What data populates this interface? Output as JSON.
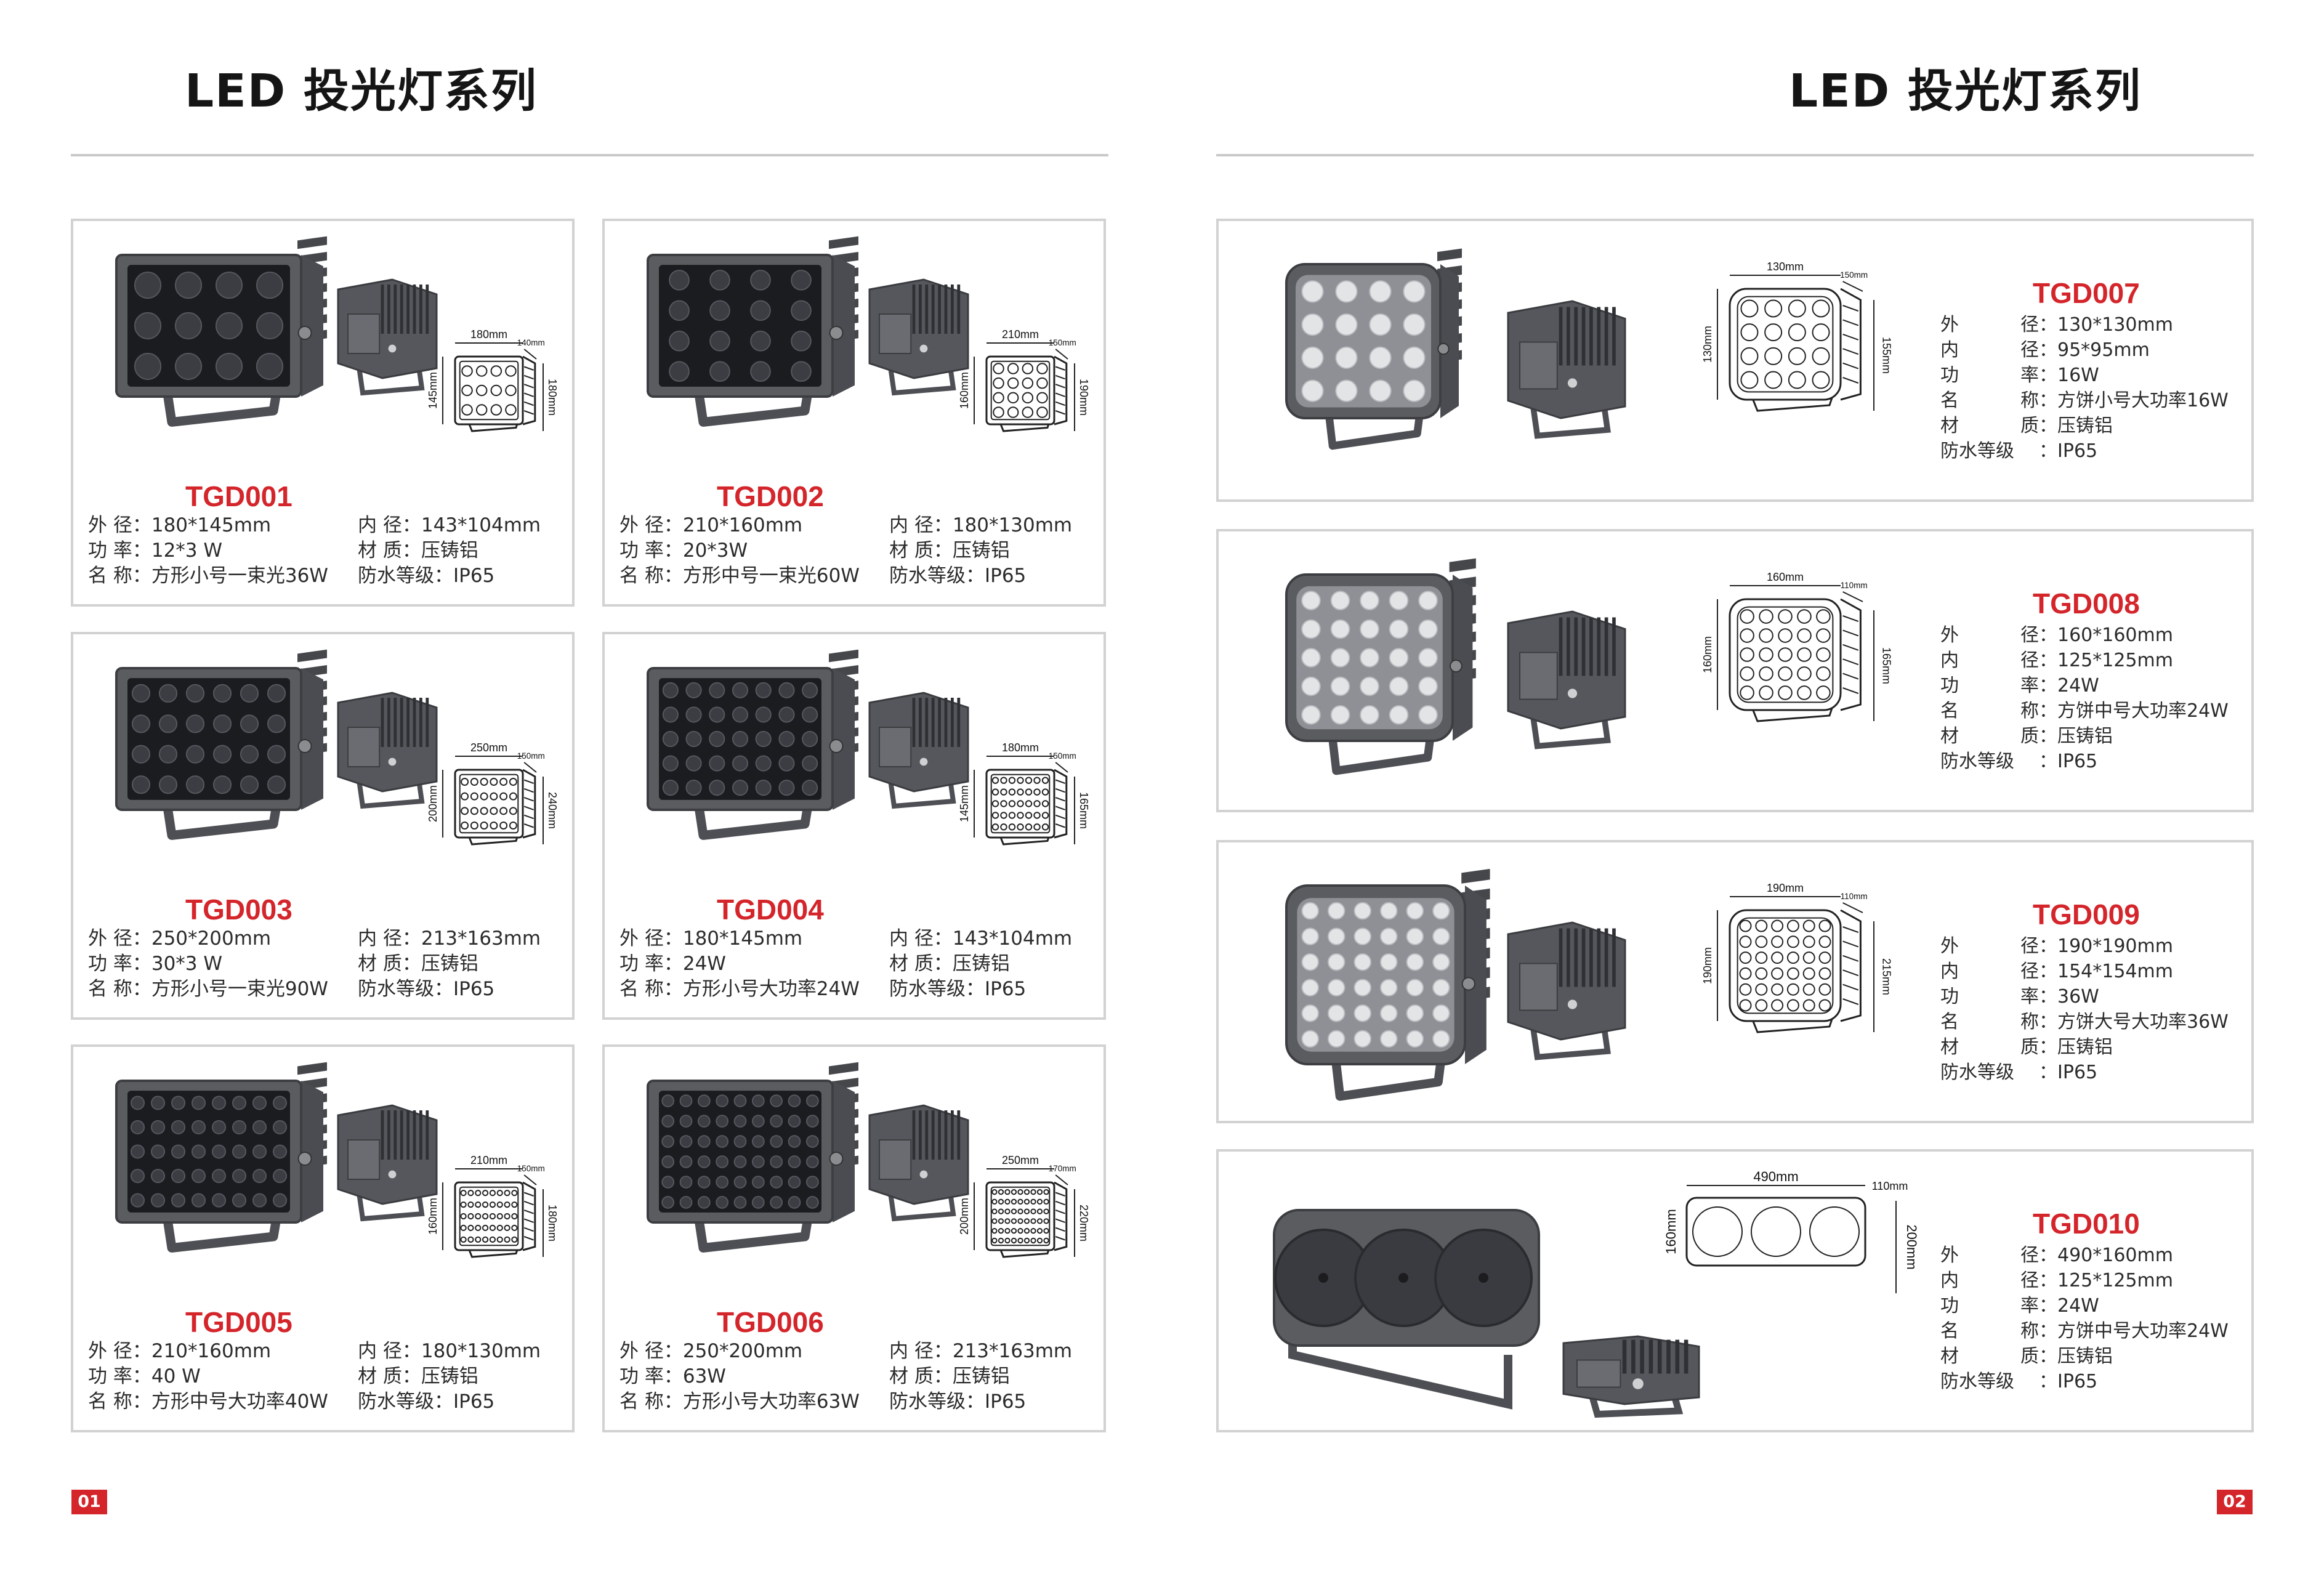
{
  "left_page": {
    "title": "LED 投光灯系列",
    "page_number": "01",
    "products": [
      {
        "model": "TGD001",
        "dims": {
          "w": "180mm",
          "h": "145mm",
          "d": "140mm",
          "bh": "180mm"
        },
        "lines": [
          "外 径：180*145mm",
          "功 率：12*3 W",
          "名 称：方形小号一束光36W"
        ],
        "lines_r": [
          "内 径：143*104mm",
          "材 质：压铸铝",
          "防水等级：IP65"
        ]
      },
      {
        "model": "TGD002",
        "dims": {
          "w": "210mm",
          "h": "160mm",
          "d": "150mm",
          "bh": "190mm"
        },
        "lines": [
          "外 径：210*160mm",
          "功 率：20*3W",
          "名 称：方形中号一束光60W"
        ],
        "lines_r": [
          "内 径：180*130mm",
          "材 质：压铸铝",
          "防水等级：IP65"
        ]
      },
      {
        "model": "TGD003",
        "dims": {
          "w": "250mm",
          "h": "200mm",
          "d": "150mm",
          "bh": "240mm"
        },
        "lines": [
          "外 径：250*200mm",
          "功 率：30*3 W",
          "名 称：方形小号一束光90W"
        ],
        "lines_r": [
          "内 径：213*163mm",
          "材 质：压铸铝",
          "防水等级：IP65"
        ]
      },
      {
        "model": "TGD004",
        "dims": {
          "w": "180mm",
          "h": "145mm",
          "d": "150mm",
          "bh": "165mm"
        },
        "lines": [
          "外 径：180*145mm",
          "功 率：24W",
          "名 称：方形小号大功率24W"
        ],
        "lines_r": [
          "内 径：143*104mm",
          "材 质：压铸铝",
          "防水等级：IP65"
        ]
      },
      {
        "model": "TGD005",
        "dims": {
          "w": "210mm",
          "h": "160mm",
          "d": "150mm",
          "bh": "180mm"
        },
        "lines": [
          "外 径：210*160mm",
          "功 率：40 W",
          "名 称：方形中号大功率40W"
        ],
        "lines_r": [
          "内 径：180*130mm",
          "材 质：压铸铝",
          "防水等级：IP65"
        ]
      },
      {
        "model": "TGD006",
        "dims": {
          "w": "250mm",
          "h": "200mm",
          "d": "170mm",
          "bh": "220mm"
        },
        "lines": [
          "外 径：250*200mm",
          "功 率：63W",
          "名 称：方形小号大功率63W"
        ],
        "lines_r": [
          "内 径：213*163mm",
          "材 质：压铸铝",
          "防水等级：IP65"
        ]
      }
    ]
  },
  "right_page": {
    "title": "LED 投光灯系列",
    "page_number": "02",
    "labels": [
      "外",
      "径",
      "内",
      "径",
      "功",
      "率",
      "名",
      "称",
      "材",
      "质",
      "防水等级"
    ],
    "products": [
      {
        "model": "TGD007",
        "dims": {
          "w": "130mm",
          "h": "130mm",
          "d": "150mm",
          "bh": "155mm"
        },
        "values": [
          "130*130mm",
          "95*95mm",
          "16W",
          "方饼小号大功率16W",
          "压铸铝",
          "IP65"
        ]
      },
      {
        "model": "TGD008",
        "dims": {
          "w": "160mm",
          "h": "160mm",
          "d": "110mm",
          "bh": "165mm"
        },
        "values": [
          "160*160mm",
          "125*125mm",
          "24W",
          "方饼中号大功率24W",
          "压铸铝",
          "IP65"
        ]
      },
      {
        "model": "TGD009",
        "dims": {
          "w": "190mm",
          "h": "190mm",
          "d": "110mm",
          "bh": "215mm"
        },
        "values": [
          "190*190mm",
          "154*154mm",
          "36W",
          "方饼大号大功率36W",
          "压铸铝",
          "IP65"
        ]
      },
      {
        "model": "TGD010",
        "dims": {
          "w": "490mm",
          "h": "160mm",
          "d": "110mm",
          "bh": "200mm"
        },
        "values": [
          "490*160mm",
          "125*125mm",
          "24W",
          "方饼中号大功率24W",
          "压铸铝",
          "IP65"
        ]
      }
    ]
  },
  "colors": {
    "accent": "#d4252b",
    "body": "#5a5c60",
    "lens": "#1b1c20",
    "border": "#d2d2d2"
  }
}
